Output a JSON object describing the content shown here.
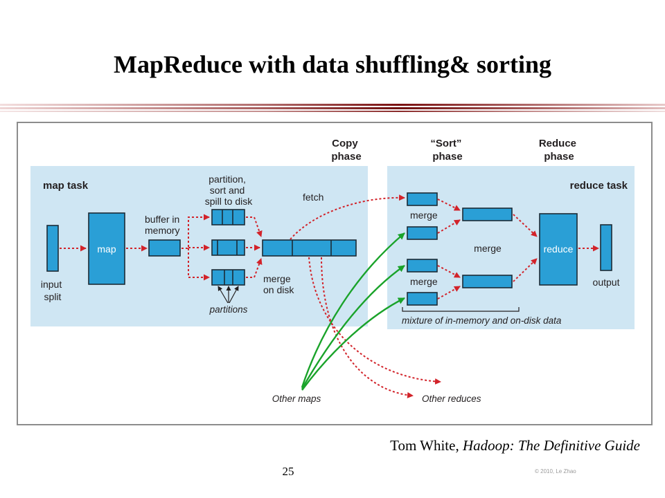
{
  "title": "MapReduce with data shuffling& sorting",
  "diagram": {
    "phase_copy": [
      "Copy",
      "phase"
    ],
    "phase_sort": [
      "“Sort”",
      "phase"
    ],
    "phase_reduce": [
      "Reduce",
      "phase"
    ],
    "map_task": "map task",
    "reduce_task": "reduce task",
    "input_split": [
      "input",
      "split"
    ],
    "map": "map",
    "buffer_in_memory": [
      "buffer in",
      "memory"
    ],
    "partition_sort_spill": [
      "partition,",
      "sort and",
      "spill to disk"
    ],
    "partitions": "partitions",
    "merge_on_disk": [
      "merge",
      "on disk"
    ],
    "fetch": "fetch",
    "merge_top": "merge",
    "merge_middle": "merge",
    "merge_bottom": "merge",
    "reduce": "reduce",
    "output": "output",
    "mixture": "mixture of in-memory and on-disk data",
    "other_maps": "Other maps",
    "other_reduces": "Other reduces",
    "colors": {
      "panel": "#cfe6f3",
      "box": "#2a9fd6",
      "arrow_red": "#d2232a",
      "arrow_green": "#1aa32a"
    }
  },
  "caption": {
    "author": "Tom White, ",
    "book": "Hadoop: The Definitive Guide"
  },
  "page_number": "25",
  "copyright": "© 2010, Le Zhao"
}
